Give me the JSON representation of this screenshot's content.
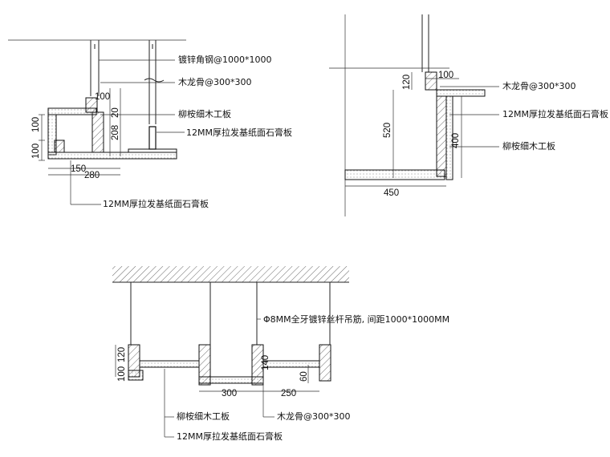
{
  "detail_a": {
    "labels": {
      "angle_steel": "镀锌角钢@1000*1000",
      "wood_keel": "木龙骨@300*300",
      "wood_board": "柳桉细木工板",
      "gypsum": "12MM厚拉发基纸面石膏板",
      "gypsum_bottom": "12MM厚拉发基纸面石膏板"
    },
    "dims": {
      "d100_top": "100",
      "d100_left": "100",
      "d100_left2": "100",
      "d20": "20",
      "d208": "208",
      "d150": "150",
      "d280": "280"
    }
  },
  "detail_b": {
    "labels": {
      "wood_keel": "木龙骨@300*300",
      "gypsum": "12MM厚拉发基纸面石膏板",
      "wood_board": "柳桉细木工板"
    },
    "dims": {
      "d120": "120",
      "d100": "100",
      "d520": "520",
      "d400": "400",
      "d450": "450"
    }
  },
  "detail_c": {
    "labels": {
      "rod": "Φ8MM全牙镀锌丝杆吊筋, 间距1000*1000MM",
      "wood_board": "柳桉细木工板",
      "gypsum": "12MM厚拉发基纸面石膏板",
      "wood_keel": "木龙骨@300*300"
    },
    "dims": {
      "d120": "120",
      "d100": "100",
      "d140": "140",
      "d60": "60",
      "d300": "300",
      "d250": "250"
    }
  }
}
